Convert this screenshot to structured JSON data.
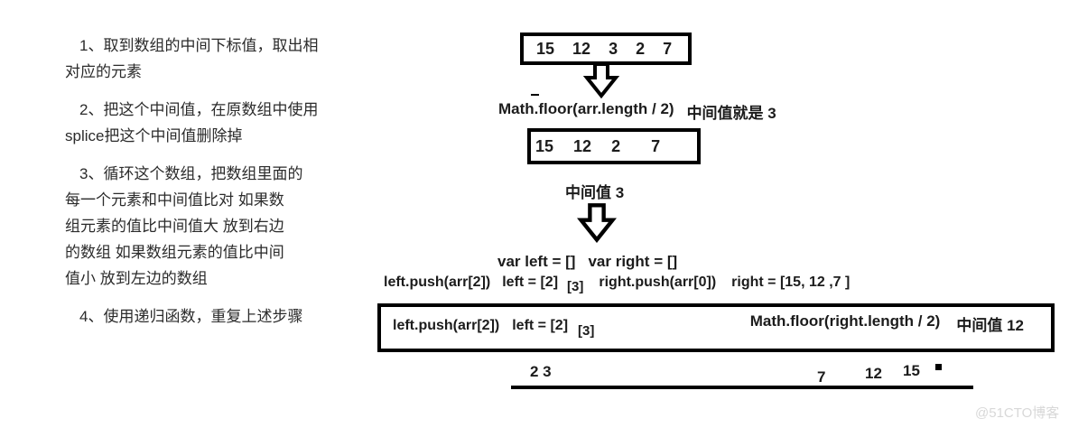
{
  "colors": {
    "ink": "#1c1c1c",
    "watermark": "#d8d8d8"
  },
  "steps": [
    {
      "lines": [
        "1、取到数组的中间下标值，取出相",
        "对应的元素"
      ]
    },
    {
      "lines": [
        "2、把这个中间值，在原数组中使用",
        "splice把这个中间值删除掉"
      ]
    },
    {
      "lines": [
        "3、循环这个数组，把数组里面的",
        "每一个元素和中间值比对 如果数",
        "组元素的值比中间值大 放到右边",
        "的数组  如果数组元素的值比中间",
        "值小 放到左边的数组"
      ]
    },
    {
      "lines": [
        "4、使用递归函数，重复上述步骤"
      ]
    }
  ],
  "diagram": {
    "array_initial": {
      "values": [
        "15",
        "12",
        "3",
        "2",
        "7"
      ]
    },
    "mid_calc": {
      "formula": "Math.floor(arr.length / 2)",
      "result": "中间值就是 3"
    },
    "array_after_splice": {
      "values": [
        "15",
        "12",
        "2",
        "7"
      ]
    },
    "mid_value_label": "中间值 3",
    "declarations": {
      "left": "var left = []",
      "right": "var right = []"
    },
    "partition": {
      "left_push": "left.push(arr[2])",
      "left_value": "left = [2]",
      "left_index": "[3]",
      "right_push": "right.push(arr[0])",
      "right_value": "right = [15, 12 ,7 ]"
    },
    "recursion_box": {
      "left_push": "left.push(arr[2])",
      "left_value": "left = [2]",
      "left_index": "[3]",
      "formula": "Math.floor(right.length / 2)",
      "result": "中间值 12"
    },
    "sorted_result": {
      "left_group": "2 3",
      "n1": "7",
      "n2": "12",
      "n3": "15"
    }
  },
  "watermark": "@51CTO博客"
}
